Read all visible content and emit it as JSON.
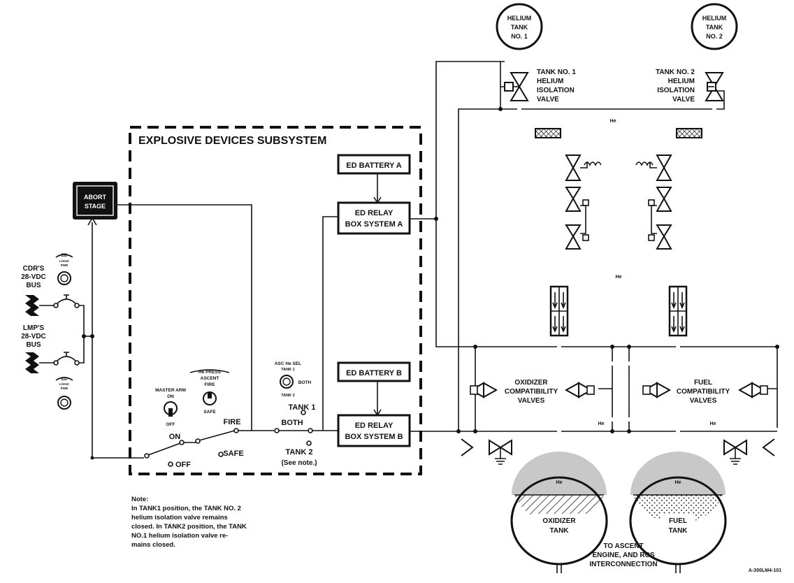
{
  "subsystem_title": "EXPLOSIVE DEVICES SUBSYSTEM",
  "abort_stage": [
    "ABORT",
    "STAGE"
  ],
  "cdr_bus": [
    "CDR'S",
    "28-VDC",
    "BUS"
  ],
  "lmp_bus": [
    "LMP'S",
    "28-VDC",
    "BUS"
  ],
  "ed_logic_power": [
    "ED",
    "LOGIC",
    "PWR"
  ],
  "master_arm": {
    "title": "MASTER ARM",
    "on": "ON",
    "off": "OFF"
  },
  "he_press": {
    "title": "He PRESS",
    "ascent": "ASCENT",
    "fire": "FIRE",
    "safe": "SAFE"
  },
  "switch_positions": {
    "on": "ON",
    "off": "OFF",
    "fire": "FIRE",
    "safe": "SAFE"
  },
  "asc_he_sel": {
    "title": "ASC He SEL",
    "tank1": "TANK 1",
    "both": "BOTH",
    "tank2": "TANK 2"
  },
  "tank_select": {
    "tank1": "TANK 1",
    "both": "BOTH",
    "tank2": "TANK 2",
    "see_note": "(See note.)"
  },
  "ed_battery_a": "ED BATTERY A",
  "ed_battery_b": "ED BATTERY B",
  "relay_a": [
    "ED RELAY",
    "BOX SYSTEM A"
  ],
  "relay_b": [
    "ED RELAY",
    "BOX SYSTEM B"
  ],
  "helium_tank_1": [
    "HELIUM",
    "TANK",
    "NO. 1"
  ],
  "helium_tank_2": [
    "HELIUM",
    "TANK",
    "NO. 2"
  ],
  "tank1_valve": [
    "TANK NO. 1",
    "HELIUM",
    "ISOLATION",
    "VALVE"
  ],
  "tank2_valve": [
    "TANK NO. 2",
    "HELIUM",
    "ISOLATION",
    "VALVE"
  ],
  "oxidizer_valves": [
    "OXIDIZER",
    "COMPATIBILITY",
    "VALVES"
  ],
  "fuel_valves": [
    "FUEL",
    "COMPATIBILITY",
    "VALVES"
  ],
  "oxidizer_tank": [
    "OXIDIZER",
    "TANK"
  ],
  "fuel_tank": [
    "FUEL",
    "TANK"
  ],
  "he_label": "He",
  "to_ascent": [
    "TO ASCENT",
    "ENGINE, AND RCS",
    "INTERCONNECTION"
  ],
  "note": [
    "Note:",
    "In TANK1 position, the TANK NO. 2",
    "helium isolation valve remains",
    "closed. In TANK2 position, the TANK",
    "NO.1 helium isolation valve re-",
    "mains closed."
  ],
  "figure_id": "A-300LM4-101"
}
